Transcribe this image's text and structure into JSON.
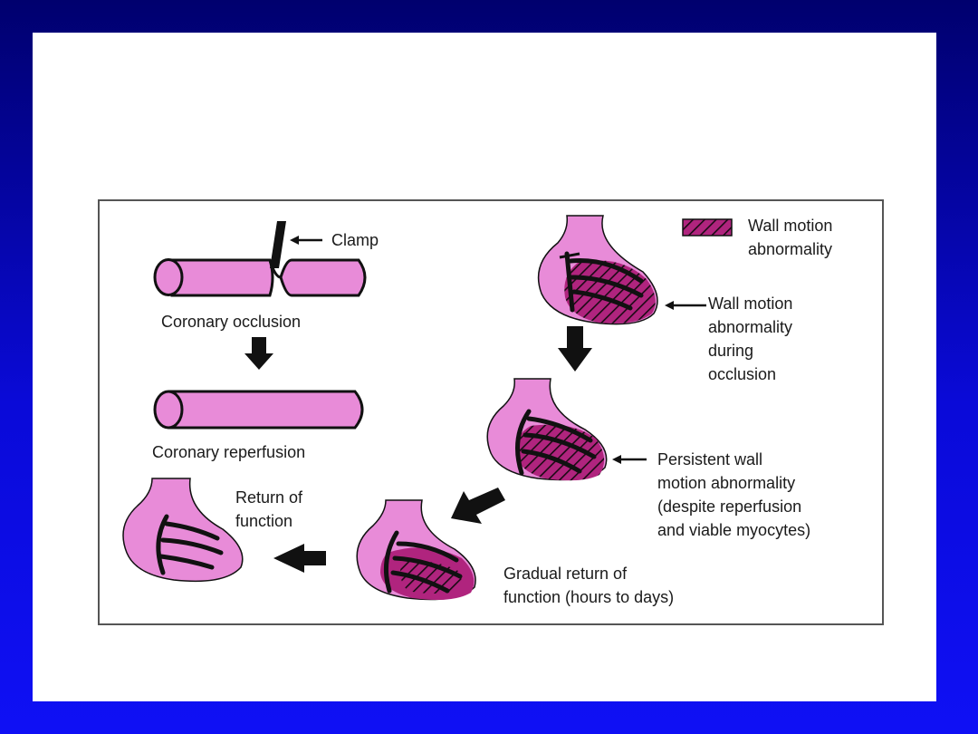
{
  "labels": {
    "clamp": "Clamp",
    "coronary_occlusion": "Coronary occlusion",
    "coronary_reperfusion": "Coronary reperfusion",
    "return_of_function": [
      "Return of",
      "function"
    ],
    "legend": [
      "Wall motion",
      "abnormality"
    ],
    "during_occlusion": [
      "Wall motion",
      "abnormality",
      "during",
      "occlusion"
    ],
    "persistent": [
      "Persistent wall",
      "motion abnormality",
      "(despite reperfusion",
      "and viable myocytes)"
    ],
    "gradual": [
      "Gradual return of",
      "function (hours to days)"
    ]
  },
  "colors": {
    "pink": "#e88bd8",
    "magenta": "#b0247e",
    "ink": "#111111"
  }
}
